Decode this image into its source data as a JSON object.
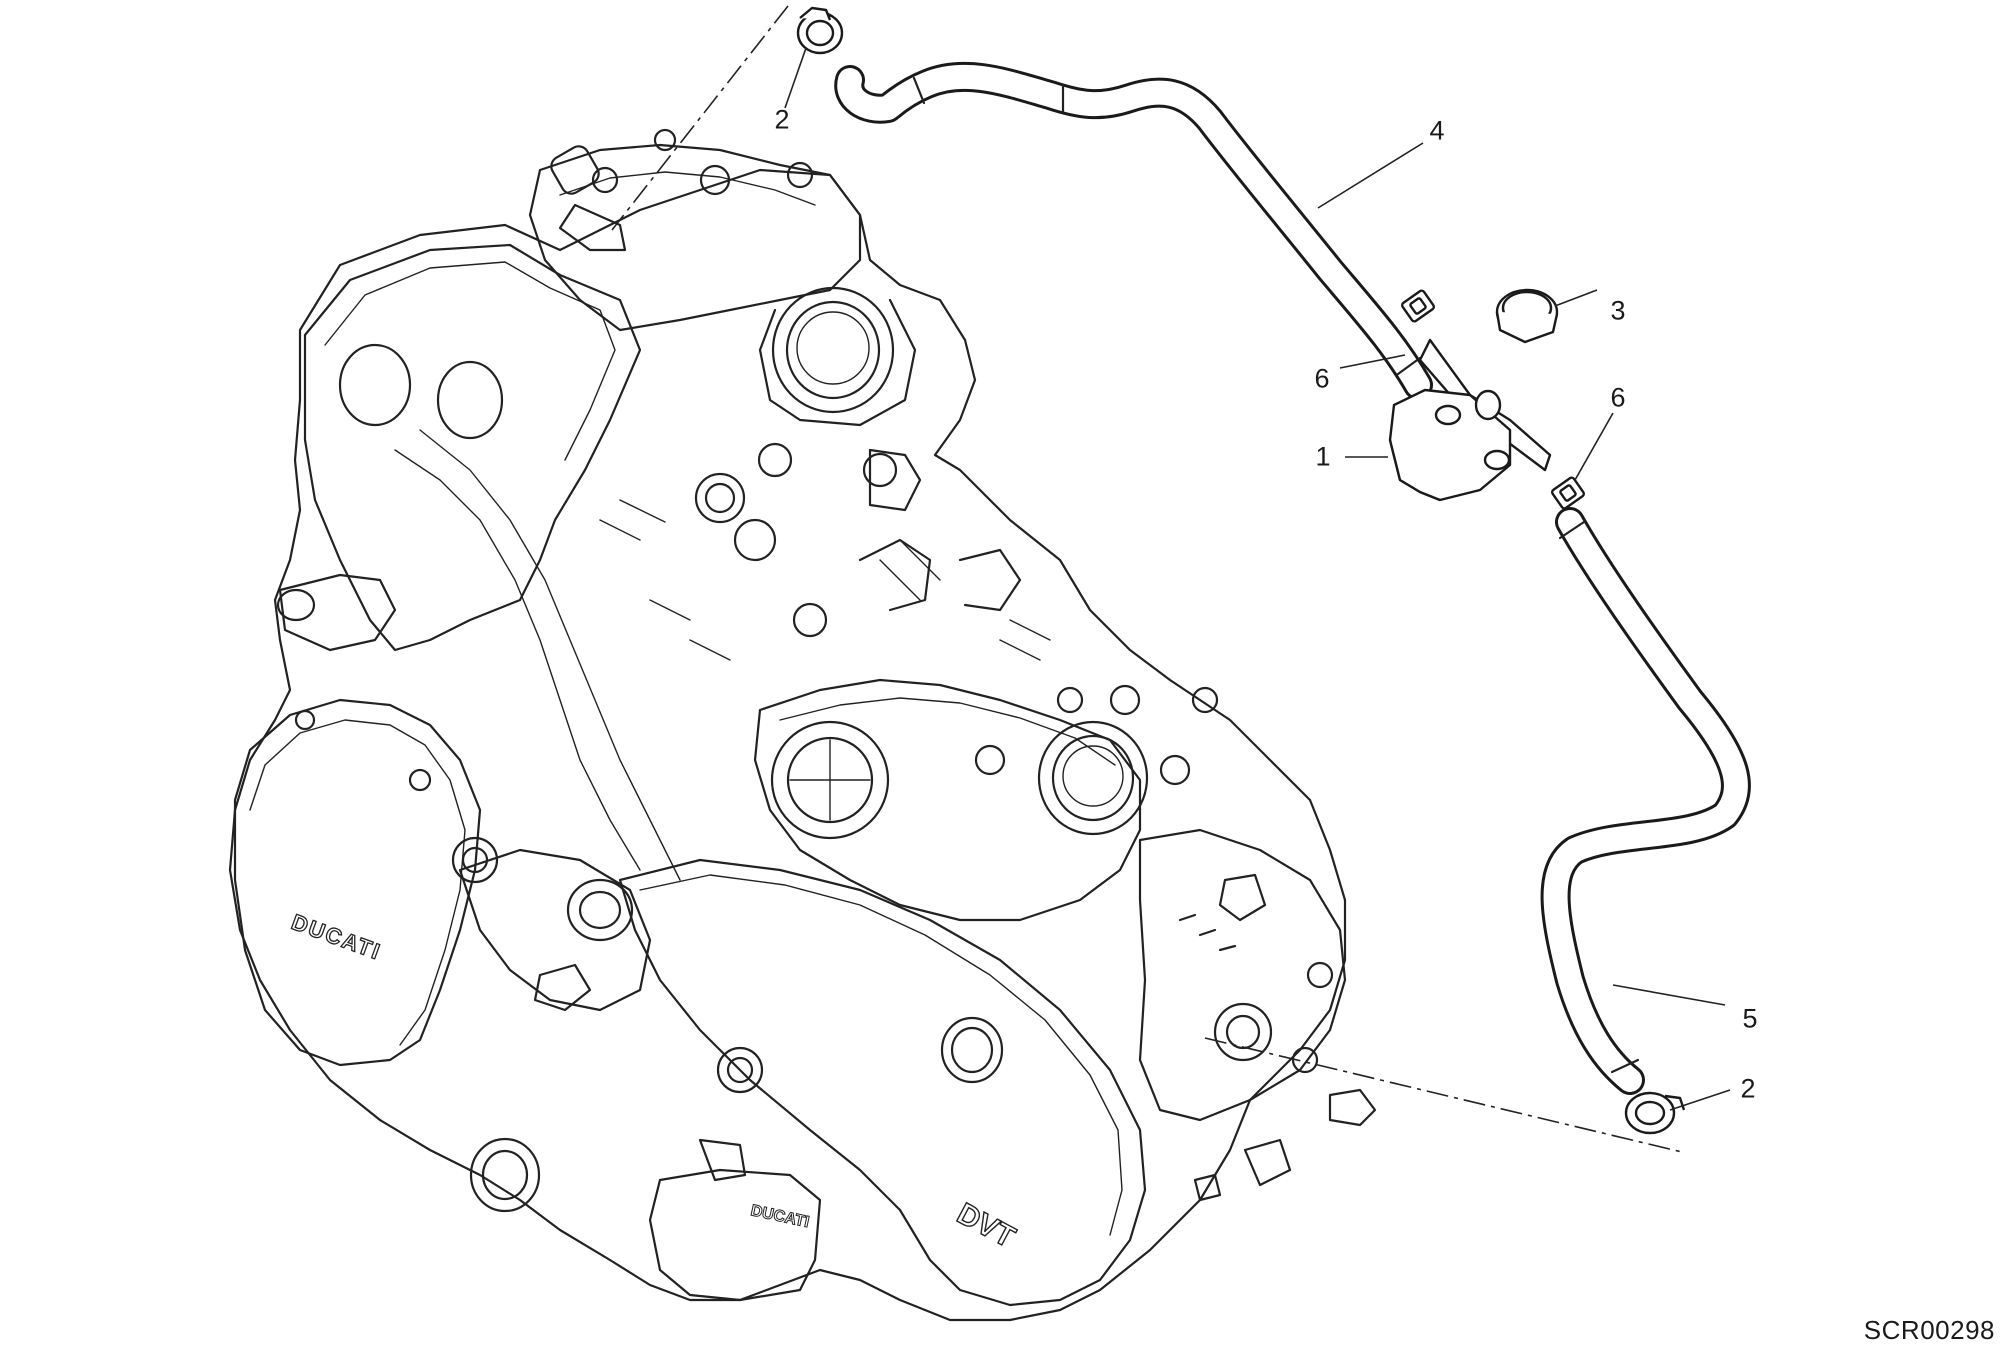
{
  "diagram": {
    "drawing_code": "SCR00298",
    "brand_marks": [
      "DUCATI",
      "DVT"
    ],
    "callouts": [
      {
        "id": "c1",
        "label": "1"
      },
      {
        "id": "c2a",
        "label": "2"
      },
      {
        "id": "c2b",
        "label": "2"
      },
      {
        "id": "c3",
        "label": "3"
      },
      {
        "id": "c4",
        "label": "4"
      },
      {
        "id": "c5",
        "label": "5"
      },
      {
        "id": "c6a",
        "label": "6"
      },
      {
        "id": "c6b",
        "label": "6"
      }
    ]
  }
}
